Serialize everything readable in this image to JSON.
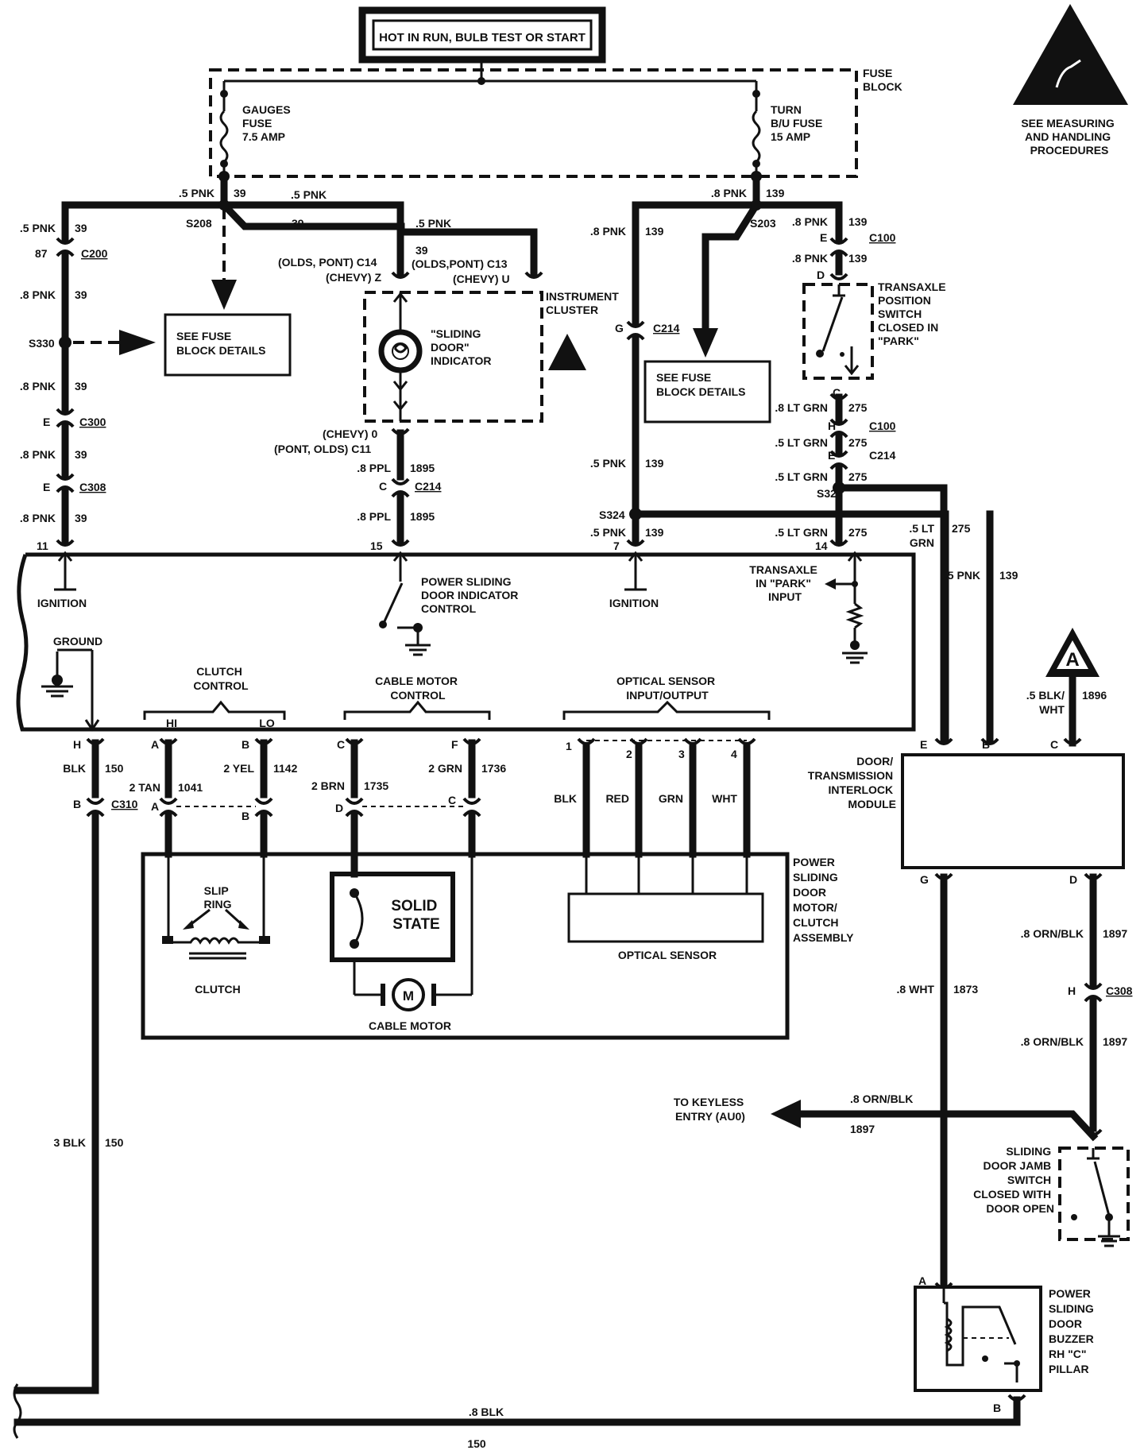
{
  "labels": {
    "title": "HOT IN RUN, BULB TEST OR START",
    "fuse_block": [
      "FUSE",
      "BLOCK"
    ],
    "gauges_fuse": [
      "GAUGES",
      "FUSE",
      "7.5 AMP"
    ],
    "turn_fuse": [
      "TURN",
      "B/U FUSE",
      "15 AMP"
    ],
    "warning": [
      "SEE MEASURING",
      "AND HANDLING",
      "PROCEDURES"
    ],
    "see_fuse_left": [
      "SEE FUSE",
      "BLOCK DETAILS"
    ],
    "see_fuse_mid": [
      "SEE FUSE",
      "BLOCK DETAILS"
    ],
    "indicator": [
      "\"SLIDING",
      "DOOR\"",
      "INDICATOR"
    ],
    "instrument_cluster": [
      "INSTRUMENT",
      "CLUSTER"
    ],
    "transaxle_switch": [
      "TRANSAXLE",
      "POSITION",
      "SWITCH",
      "CLOSED IN",
      "\"PARK\""
    ],
    "ignition_left": "IGNITION",
    "ignition_mid": "IGNITION",
    "psd_indicator_control": [
      "POWER SLIDING",
      "DOOR INDICATOR",
      "CONTROL"
    ],
    "transaxle_input": [
      "TRANSAXLE",
      "IN \"PARK\"",
      "INPUT"
    ],
    "ground": "GROUND",
    "clutch_control": [
      "CLUTCH",
      "CONTROL"
    ],
    "hi": "HI",
    "lo": "LO",
    "cable_motor_control": [
      "CABLE MOTOR",
      "CONTROL"
    ],
    "optical_io": [
      "OPTICAL SENSOR",
      "INPUT/OUTPUT"
    ],
    "interlock_module": [
      "DOOR/",
      "TRANSMISSION",
      "INTERLOCK",
      "MODULE"
    ],
    "motor_assembly": [
      "POWER",
      "SLIDING",
      "DOOR",
      "MOTOR/",
      "CLUTCH",
      "ASSEMBLY"
    ],
    "slip_ring": [
      "SLIP",
      "RING"
    ],
    "clutch": "CLUTCH",
    "solid_state": [
      "SOLID",
      "STATE"
    ],
    "cable_motor": "CABLE MOTOR",
    "motor_m": "M",
    "optical_sensor": "OPTICAL SENSOR",
    "keyless": [
      "TO KEYLESS",
      "ENTRY (AU0)"
    ],
    "door_jamb": [
      "SLIDING",
      "DOOR JAMB",
      "SWITCH",
      "CLOSED WITH",
      "DOOR OPEN"
    ],
    "buzzer": [
      "POWER",
      "SLIDING",
      "DOOR",
      "BUZZER",
      "RH \"C\"",
      "PILLAR"
    ],
    "ref_a": "A"
  },
  "wires": {
    "w_5pnk_39_top": ".5 PNK",
    "n_39_top": "39",
    "w_5pnk_mid_top": ".5 PNK",
    "n_39_branch": "39",
    "w_5pnk_c13": ".5 PNK",
    "n_39_c13": "39",
    "w_8pnk_139_top": ".8 PNK",
    "n_139_top": "139",
    "l1_w": ".5 PNK",
    "l1_n": "39",
    "l2_w": ".8 PNK",
    "l2_n": "39",
    "l3_w": ".8 PNK",
    "l3_n": "39",
    "l4_w": ".8 PNK",
    "l4_n": "39",
    "l5_w": ".8 PNK",
    "l5_n": "39",
    "m1_w": ".8 PPL",
    "m1_n": "1895",
    "m2_w": ".8 PPL",
    "m2_n": "1895",
    "r1_w": ".8 PNK",
    "r1_n": "139",
    "r2_w": ".5 PNK",
    "r2_n": "139",
    "r3_w": ".5 PNK",
    "r3_n": "139",
    "t1_w": ".8 PNK",
    "t1_n": "139",
    "t2_w": ".8 PNK",
    "t2_n": "139",
    "t3_w": ".8 LT GRN",
    "t3_n": "275",
    "t4_w": ".5 LT GRN",
    "t4_n": "275",
    "t5_w": ".5 LT GRN",
    "t5_n": "275",
    "t6_w": ".5 LT GRN",
    "t6_n": "275",
    "t7_w": ".5 LT",
    "t7_w2": "GRN",
    "t7_n": "275",
    "t8_w": ".5 PNK",
    "t8_n": "139",
    "blk_w": "BLK",
    "blk_n": "150",
    "tan_w": "2 TAN",
    "tan_n": "1041",
    "yel_w": "2 YEL",
    "yel_n": "1142",
    "brn_w": "2 BRN",
    "brn_n": "1735",
    "grn_w": "2 GRN",
    "grn_n": "1736",
    "opt_blk": "BLK",
    "opt_red": "RED",
    "opt_grn": "GRN",
    "opt_wht": "WHT",
    "ref_w": ".5 BLK/",
    "ref_w2": "WHT",
    "ref_n": "1896",
    "o1_w": ".8 ORN/BLK",
    "o1_n": "1897",
    "o2_w": ".8 ORN/BLK",
    "o2_n": "1897",
    "wht_w": ".8 WHT",
    "wht_n": "1873",
    "key_w": ".8 ORN/BLK",
    "key_n": "1897",
    "gnd_w": "3 BLK",
    "gnd_n": "150",
    "bot_w": ".8 BLK",
    "bot_n": "150"
  },
  "connectors": {
    "s208": "S208",
    "s203": "S203",
    "s330": "S330",
    "s324": "S324",
    "s325": "S325",
    "c200": "C200",
    "c200_pin": "87",
    "c300": "C300",
    "c300_pin": "E",
    "c308_l": "C308",
    "c308_l_pin": "E",
    "c14": "(OLDS, PONT) C14",
    "c14_b": "(CHEVY) Z",
    "c13": "(OLDS,PONT) C13",
    "c13_b": "(CHEVY) U",
    "c11_a": "(CHEVY) 0",
    "c11_b": "(PONT, OLDS)  C11",
    "c214_m": "C214",
    "c214_m_pin": "C",
    "c214_r": "C214",
    "c214_r_pin": "G",
    "c100_a": "C100",
    "c100_a_pin": "E",
    "c100_b": "C100",
    "c100_b_pin": "H",
    "c214_t": "C214",
    "c214_t_pin": "E",
    "pin_d_sw": "D",
    "pin_c_sw": "C",
    "pin11": "11",
    "pin15": "15",
    "pin7": "7",
    "pin14": "14",
    "pin_h": "H",
    "pin_a": "A",
    "pin_b": "B",
    "pin_c": "C",
    "pin_f": "F",
    "c310": "C310",
    "c310_pin": "B",
    "c310_a": "A",
    "c310_b": "B",
    "cm_d": "D",
    "cm_c": "C",
    "opt_1": "1",
    "opt_2": "2",
    "opt_3": "3",
    "opt_4": "4",
    "mod_e": "E",
    "mod_b": "B",
    "mod_c": "C",
    "mod_g": "G",
    "mod_d": "D",
    "c308_r": "C308",
    "c308_r_pin": "H",
    "buz_a": "A",
    "buz_b": "B"
  }
}
